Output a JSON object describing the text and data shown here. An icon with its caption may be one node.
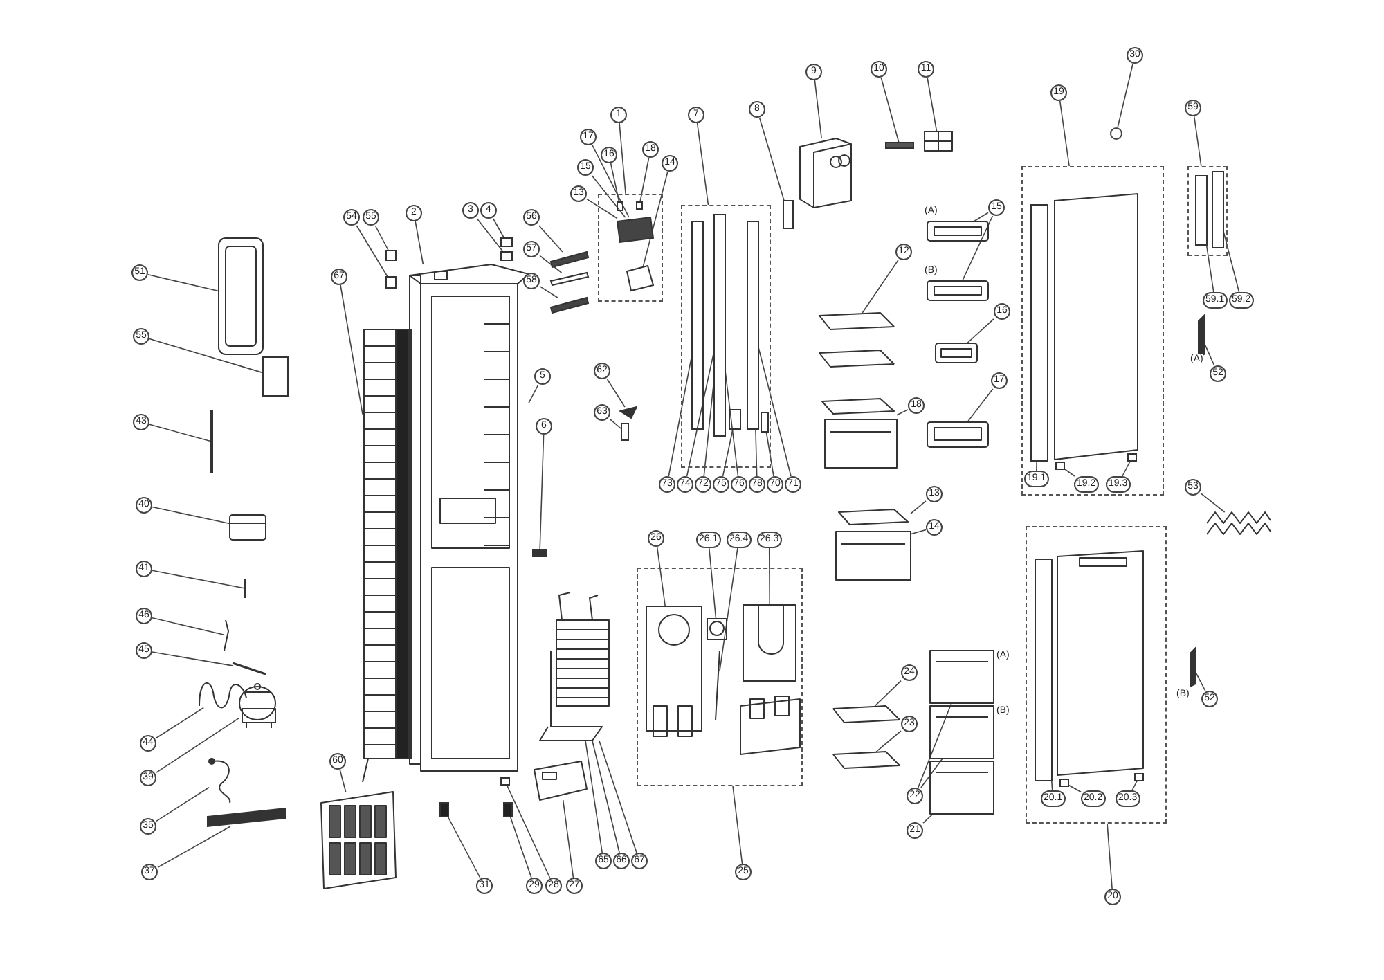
{
  "diagram": {
    "nodes": [
      {
        "text": [
          "51"
        ]
      },
      {
        "text": [
          "55"
        ]
      },
      {
        "text": [
          "43"
        ]
      },
      {
        "text": [
          "40"
        ]
      },
      {
        "text": [
          "41"
        ]
      },
      {
        "text": [
          "46"
        ]
      },
      {
        "text": [
          "45"
        ]
      },
      {
        "text": [
          "44"
        ]
      },
      {
        "text": [
          "39"
        ]
      },
      {
        "text": [
          "35"
        ]
      },
      {
        "text": [
          "37"
        ]
      },
      {
        "text": [
          "67"
        ]
      },
      {
        "text": [
          "54"
        ]
      },
      {
        "text": [
          "55"
        ]
      },
      {
        "text": [
          "2"
        ]
      },
      {
        "text": [
          "3"
        ]
      },
      {
        "text": [
          "4"
        ]
      },
      {
        "text": [
          "56"
        ]
      },
      {
        "text": [
          "57"
        ]
      },
      {
        "text": [
          "58"
        ]
      },
      {
        "text": [
          "5"
        ]
      },
      {
        "text": [
          "6"
        ]
      },
      {
        "text": [
          "60"
        ]
      },
      {
        "text": [],
        "shape": "box"
      },
      {
        "text": [
          "1"
        ]
      },
      {
        "text": [
          "17"
        ]
      },
      {
        "text": [
          "16"
        ]
      },
      {
        "text": [
          "18"
        ]
      },
      {
        "text": [
          "14"
        ]
      },
      {
        "text": [
          "15"
        ]
      },
      {
        "text": [
          "13"
        ]
      },
      {
        "text": [
          "62"
        ]
      },
      {
        "text": [
          "63"
        ]
      },
      {
        "text": [],
        "shape": "box"
      },
      {
        "text": [
          "7"
        ]
      },
      {
        "text": [
          "73"
        ]
      },
      {
        "text": [
          "74"
        ]
      },
      {
        "text": [
          "72"
        ]
      },
      {
        "text": [
          "75"
        ]
      },
      {
        "text": [
          "76"
        ]
      },
      {
        "text": [
          "78"
        ]
      },
      {
        "text": [
          "70"
        ]
      },
      {
        "text": [
          "71"
        ]
      },
      {
        "text": [
          "8"
        ]
      },
      {
        "text": [
          "9"
        ]
      },
      {
        "text": [
          "10"
        ]
      },
      {
        "text": [
          "11"
        ]
      },
      {
        "text": [
          "12"
        ]
      },
      {
        "text": [
          "18"
        ]
      },
      {
        "text": [
          "13"
        ]
      },
      {
        "text": [
          "14"
        ]
      },
      {
        "text": [
          "24"
        ]
      },
      {
        "text": [
          "23"
        ]
      },
      {
        "text": [
          "22"
        ]
      },
      {
        "text": [
          "21"
        ]
      },
      {
        "text": [
          "15"
        ]
      },
      {
        "text": [
          "16"
        ]
      },
      {
        "text": [
          "17"
        ]
      },
      {
        "text": [],
        "shape": "box"
      },
      {
        "text": [
          "26"
        ]
      },
      {
        "text": [
          "26.1"
        ]
      },
      {
        "text": [
          "26.4"
        ]
      },
      {
        "text": [
          "26.3"
        ]
      },
      {
        "text": [
          "25"
        ]
      },
      {
        "text": [
          "31"
        ]
      },
      {
        "text": [
          "29"
        ]
      },
      {
        "text": [
          "28"
        ]
      },
      {
        "text": [
          "27"
        ]
      },
      {
        "text": [
          "65"
        ]
      },
      {
        "text": [
          "66"
        ]
      },
      {
        "text": [
          "67"
        ]
      },
      {
        "text": [],
        "shape": "box"
      },
      {
        "text": [
          "19"
        ]
      },
      {
        "text": [
          "19.1"
        ],
        "in": 71
      },
      {
        "text": [
          "19.2"
        ],
        "in": 71
      },
      {
        "text": [
          "19.3"
        ],
        "in": 71
      },
      {
        "text": [
          "30"
        ]
      },
      {
        "text": [],
        "shape": "box"
      },
      {
        "text": [
          "20.1"
        ],
        "in": 77
      },
      {
        "text": [
          "20.2"
        ],
        "in": 77
      },
      {
        "text": [
          "20.3"
        ],
        "in": 77
      },
      {
        "text": [
          "20"
        ]
      },
      {
        "text": [],
        "shape": "box"
      },
      {
        "text": [
          "59"
        ]
      },
      {
        "text": [
          "59.1"
        ]
      },
      {
        "text": [
          "59.2"
        ]
      },
      {
        "text": [
          "52"
        ]
      },
      {
        "text": [
          "53"
        ]
      },
      {
        "text": [
          "52"
        ]
      },
      {
        "text": [],
        "shape": "circle"
      },
      {
        "text": [],
        "shape": "picture"
      },
      {
        "text": [],
        "shape": "box"
      },
      {
        "text": [],
        "shape": "bar"
      },
      {
        "text": [],
        "shape": "picture"
      },
      {
        "text": [],
        "shape": "bar"
      },
      {
        "text": [],
        "shape": "picture"
      },
      {
        "text": [],
        "shape": "bar"
      },
      {
        "text": [],
        "shape": "picture"
      },
      {
        "text": [],
        "shape": "picture"
      },
      {
        "text": [],
        "shape": "picture"
      },
      {
        "text": [],
        "shape": "bar"
      },
      {
        "text": [],
        "shape": "picture"
      },
      {
        "text": [],
        "shape": "picture"
      },
      {
        "text": [],
        "shape": "picture"
      },
      {
        "text": [],
        "shape": "box"
      },
      {
        "text": [],
        "shape": "box"
      },
      {
        "text": [],
        "shape": "box"
      },
      {
        "text": [],
        "shape": "box"
      },
      {
        "text": [],
        "shape": "bar"
      },
      {
        "text": [],
        "shape": "box"
      },
      {
        "text": [],
        "shape": "bar"
      },
      {
        "text": [],
        "shape": "bar"
      },
      {
        "text": [],
        "shape": "box",
        "in": 23
      },
      {
        "text": [],
        "shape": "box",
        "in": 23
      },
      {
        "text": [],
        "shape": "box",
        "in": 23
      },
      {
        "text": [],
        "shape": "box",
        "in": 23
      },
      {
        "text": [],
        "shape": "triangle"
      },
      {
        "text": [],
        "shape": "box"
      },
      {
        "text": [],
        "shape": "box",
        "in": 33
      },
      {
        "text": [],
        "shape": "box",
        "in": 33
      },
      {
        "text": [],
        "shape": "box",
        "in": 33
      },
      {
        "text": [],
        "shape": "box",
        "in": 33
      },
      {
        "text": [],
        "shape": "box",
        "in": 33
      },
      {
        "text": [],
        "shape": "box"
      },
      {
        "text": [],
        "shape": "picture"
      },
      {
        "text": [],
        "shape": "bar"
      },
      {
        "text": [],
        "shape": "picture"
      },
      {
        "text": [],
        "shape": "parallelogram"
      },
      {
        "text": [],
        "shape": "parallelogram"
      },
      {
        "text": [],
        "shape": "picture"
      },
      {
        "text": [],
        "shape": "picture"
      },
      {
        "text": [],
        "shape": "picture",
        "beside": [
          "(A)"
        ]
      },
      {
        "text": [],
        "shape": "picture",
        "beside": [
          "(B)"
        ]
      },
      {
        "text": [],
        "shape": "picture"
      },
      {
        "text": [],
        "shape": "picture"
      },
      {
        "text": [],
        "shape": "parallelogram"
      },
      {
        "text": [],
        "shape": "parallelogram"
      },
      {
        "text": [],
        "shape": "picture",
        "beside": [
          "(A)"
        ]
      },
      {
        "text": [],
        "shape": "picture",
        "beside": [
          "(B)"
        ]
      },
      {
        "text": [],
        "shape": "picture"
      },
      {
        "text": [],
        "shape": "box",
        "in": 71
      },
      {
        "text": [],
        "shape": "box",
        "in": 71
      },
      {
        "text": [],
        "shape": "box",
        "in": 71
      },
      {
        "text": [],
        "shape": "box",
        "in": 71
      },
      {
        "text": [],
        "shape": "box",
        "in": 77
      },
      {
        "text": [],
        "shape": "picture",
        "in": 77
      },
      {
        "text": [],
        "shape": "box",
        "in": 77
      },
      {
        "text": [],
        "shape": "box",
        "in": 77
      },
      {
        "text": [],
        "shape": "box",
        "in": 82
      },
      {
        "text": [],
        "shape": "box",
        "in": 82
      },
      {
        "text": [],
        "shape": "bar",
        "beside": [
          "(A)"
        ]
      },
      {
        "text": [],
        "shape": "bar",
        "beside": [
          "(B)"
        ]
      },
      {
        "text": [],
        "shape": "picture"
      },
      {
        "text": [],
        "shape": "picture"
      },
      {
        "text": [],
        "shape": "picture"
      },
      {
        "text": [],
        "shape": "bar"
      },
      {
        "text": [],
        "shape": "bar"
      },
      {
        "text": [],
        "shape": "box"
      },
      {
        "text": [],
        "shape": "picture",
        "in": 58
      },
      {
        "text": [],
        "shape": "picture",
        "in": 58
      },
      {
        "text": [],
        "shape": "bar",
        "in": 58
      },
      {
        "text": [],
        "shape": "picture",
        "in": 58
      }
    ],
    "edges": [
      {
        "from": 0,
        "to": 90,
        "arrow": "none"
      },
      {
        "from": 1,
        "to": 91,
        "arrow": "none"
      },
      {
        "from": 2,
        "to": 92,
        "arrow": "none"
      },
      {
        "from": 3,
        "to": 93,
        "arrow": "none"
      },
      {
        "from": 4,
        "to": 94,
        "arrow": "none"
      },
      {
        "from": 5,
        "to": 95,
        "arrow": "none"
      },
      {
        "from": 6,
        "to": 96,
        "arrow": "none"
      },
      {
        "from": 7,
        "to": 97,
        "arrow": "none"
      },
      {
        "from": 8,
        "to": 98,
        "arrow": "none"
      },
      {
        "from": 9,
        "to": 99,
        "arrow": "none"
      },
      {
        "from": 10,
        "to": 100,
        "arrow": "none"
      },
      {
        "from": 11,
        "to": 101,
        "arrow": "none"
      },
      {
        "from": 12,
        "to": 105,
        "arrow": "none"
      },
      {
        "from": 13,
        "to": 104,
        "arrow": "none"
      },
      {
        "from": 14,
        "to": 102,
        "arrow": "none"
      },
      {
        "from": 15,
        "to": 107,
        "arrow": "none"
      },
      {
        "from": 16,
        "to": 106,
        "arrow": "none"
      },
      {
        "from": 17,
        "to": 108,
        "arrow": "none"
      },
      {
        "from": 18,
        "to": 109,
        "arrow": "none"
      },
      {
        "from": 19,
        "to": 110,
        "arrow": "none"
      },
      {
        "from": 20,
        "to": 102,
        "arrow": "none"
      },
      {
        "from": 21,
        "to": 111,
        "arrow": "none"
      },
      {
        "from": 22,
        "to": 103,
        "arrow": "none"
      },
      {
        "from": 24,
        "to": 23,
        "arrow": "none"
      },
      {
        "from": 25,
        "to": 112,
        "arrow": "none"
      },
      {
        "from": 26,
        "to": 113,
        "arrow": "none"
      },
      {
        "from": 27,
        "to": 114,
        "arrow": "none"
      },
      {
        "from": 28,
        "to": 115,
        "arrow": "none"
      },
      {
        "from": 29,
        "to": 112,
        "arrow": "none"
      },
      {
        "from": 30,
        "to": 112,
        "arrow": "none"
      },
      {
        "from": 31,
        "to": 116,
        "arrow": "none"
      },
      {
        "from": 32,
        "to": 117,
        "arrow": "none"
      },
      {
        "from": 34,
        "to": 33,
        "arrow": "none"
      },
      {
        "from": 35,
        "to": 118,
        "arrow": "none"
      },
      {
        "from": 36,
        "to": 119,
        "arrow": "none"
      },
      {
        "from": 37,
        "to": 119,
        "arrow": "none"
      },
      {
        "from": 38,
        "to": 121,
        "arrow": "none"
      },
      {
        "from": 39,
        "to": 119,
        "arrow": "none"
      },
      {
        "from": 40,
        "to": 120,
        "arrow": "none"
      },
      {
        "from": 41,
        "to": 122,
        "arrow": "none"
      },
      {
        "from": 42,
        "to": 120,
        "arrow": "none"
      },
      {
        "from": 43,
        "to": 123,
        "arrow": "none"
      },
      {
        "from": 44,
        "to": 124,
        "arrow": "none"
      },
      {
        "from": 45,
        "to": 125,
        "arrow": "none"
      },
      {
        "from": 46,
        "to": 126,
        "arrow": "none"
      },
      {
        "from": 47,
        "to": 127,
        "arrow": "none"
      },
      {
        "from": 48,
        "to": 129,
        "arrow": "none"
      },
      {
        "from": 49,
        "to": 130,
        "arrow": "none"
      },
      {
        "from": 50,
        "to": 130,
        "arrow": "none"
      },
      {
        "from": 51,
        "to": 135,
        "arrow": "none"
      },
      {
        "from": 52,
        "to": 136,
        "arrow": "none"
      },
      {
        "from": 53,
        "to": 137,
        "arrow": "none"
      },
      {
        "from": 53,
        "to": 138,
        "arrow": "none"
      },
      {
        "from": 54,
        "to": 139,
        "arrow": "none"
      },
      {
        "from": 55,
        "to": 131,
        "arrow": "none"
      },
      {
        "from": 55,
        "to": 132,
        "arrow": "none"
      },
      {
        "from": 56,
        "to": 133,
        "arrow": "none"
      },
      {
        "from": 57,
        "to": 134,
        "arrow": "none"
      },
      {
        "from": 59,
        "to": 158,
        "arrow": "none"
      },
      {
        "from": 60,
        "to": 159,
        "arrow": "none"
      },
      {
        "from": 61,
        "to": 160,
        "arrow": "none"
      },
      {
        "from": 62,
        "to": 161,
        "arrow": "none"
      },
      {
        "from": 63,
        "to": 58,
        "arrow": "none"
      },
      {
        "from": 64,
        "to": 155,
        "arrow": "none"
      },
      {
        "from": 65,
        "to": 156,
        "arrow": "none"
      },
      {
        "from": 66,
        "to": 157,
        "arrow": "none"
      },
      {
        "from": 67,
        "to": 154,
        "arrow": "none"
      },
      {
        "from": 68,
        "to": 153,
        "arrow": "none"
      },
      {
        "from": 69,
        "to": 153,
        "arrow": "none"
      },
      {
        "from": 70,
        "to": 153,
        "arrow": "none"
      },
      {
        "from": 72,
        "to": 71,
        "arrow": "none"
      },
      {
        "from": 73,
        "to": 140,
        "arrow": "none"
      },
      {
        "from": 74,
        "to": 142,
        "arrow": "none"
      },
      {
        "from": 75,
        "to": 143,
        "arrow": "none"
      },
      {
        "from": 76,
        "to": 89,
        "arrow": "none"
      },
      {
        "from": 78,
        "to": 144,
        "arrow": "none"
      },
      {
        "from": 79,
        "to": 146,
        "arrow": "none"
      },
      {
        "from": 80,
        "to": 147,
        "arrow": "none"
      },
      {
        "from": 81,
        "to": 77,
        "arrow": "none"
      },
      {
        "from": 83,
        "to": 82,
        "arrow": "none"
      },
      {
        "from": 84,
        "to": 148,
        "arrow": "none"
      },
      {
        "from": 85,
        "to": 149,
        "arrow": "none"
      },
      {
        "from": 86,
        "to": 150,
        "arrow": "none"
      },
      {
        "from": 87,
        "to": 152,
        "arrow": "none"
      },
      {
        "from": 88,
        "to": 151,
        "arrow": "none"
      }
    ]
  }
}
